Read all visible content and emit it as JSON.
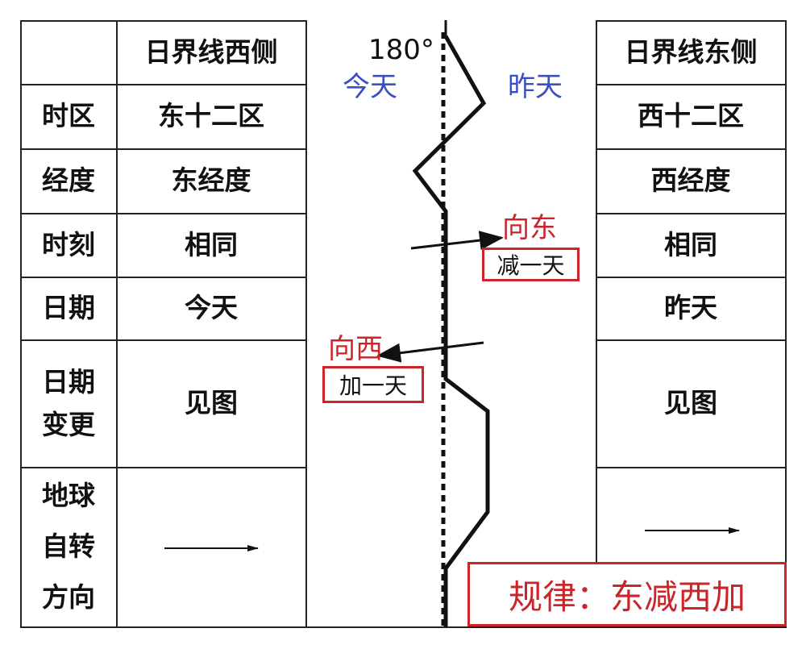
{
  "header": {
    "west": "日界线西侧",
    "east": "日界线东侧"
  },
  "rows": [
    {
      "label": "时区",
      "west": "东十二区",
      "east": "西十二区"
    },
    {
      "label": "经度",
      "west": "东经度",
      "east": "西经度"
    },
    {
      "label": "时刻",
      "west": "相同",
      "east": "相同"
    },
    {
      "label": "日期",
      "west": "今天",
      "east": "昨天"
    },
    {
      "label": "日期\n变更",
      "west": "见图",
      "east": "见图"
    },
    {
      "label": "地球\n自转\n方向",
      "west": "",
      "east": ""
    }
  ],
  "middle": {
    "meridian": "180°",
    "today": "今天",
    "yesterday": "昨天",
    "east_dir": "向东",
    "east_rule": "减一天",
    "west_dir": "向西",
    "west_rule": "加一天",
    "rule": "规律：东减西加"
  },
  "colors": {
    "red": "#c9252b",
    "blue": "#3a4fc4"
  }
}
